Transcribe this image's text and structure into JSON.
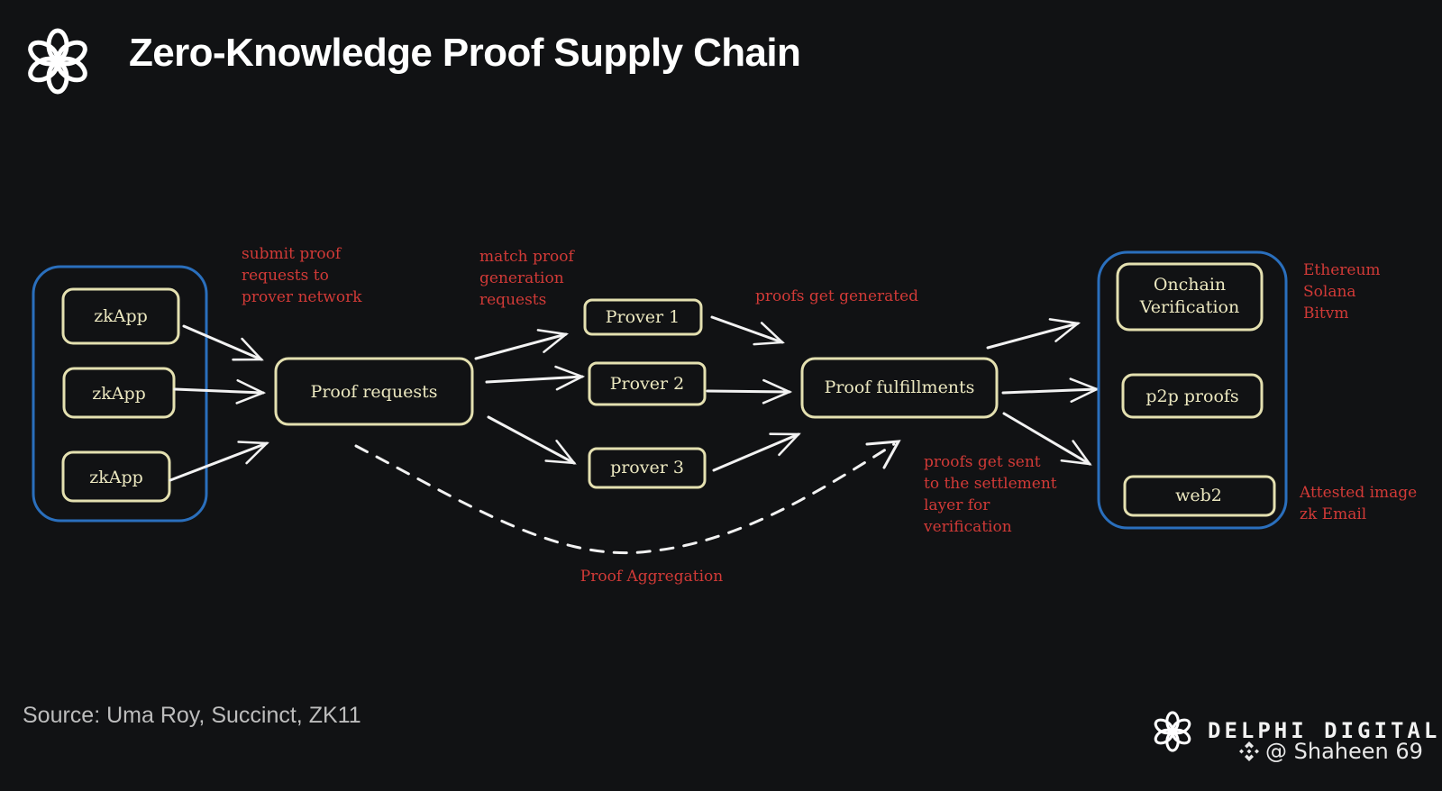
{
  "header": {
    "title": "Zero-Knowledge Proof Supply Chain",
    "logo_icon": "delphi-knot-logo-icon"
  },
  "diagram": {
    "sources": {
      "group_color": "#2a6fbd",
      "items": [
        {
          "label": "zkApp"
        },
        {
          "label": "zkApp"
        },
        {
          "label": "zkApp"
        }
      ]
    },
    "proof_requests": {
      "label": "Proof requests"
    },
    "provers": [
      {
        "label": "Prover 1"
      },
      {
        "label": "Prover 2"
      },
      {
        "label": "prover 3"
      }
    ],
    "proof_fulfillments": {
      "label": "Proof fulfillments"
    },
    "destinations": {
      "group_color": "#2a6fbd",
      "items": [
        {
          "label_line1": "Onchain",
          "label_line2": "Verification"
        },
        {
          "label": "p2p proofs"
        },
        {
          "label": "web2"
        }
      ]
    },
    "annotations": {
      "submit": [
        "submit proof",
        "requests to",
        "prover network"
      ],
      "match": [
        "match proof",
        "generation",
        "requests"
      ],
      "generated": "proofs get generated",
      "settlement": [
        "proofs get sent",
        "to the settlement",
        "layer   for",
        "verification"
      ],
      "aggregation": "Proof Aggregation",
      "onchain_examples": [
        "Ethereum",
        "Solana",
        "Bitvm"
      ],
      "web2_examples": [
        "Attested image",
        "zk Email"
      ]
    },
    "colors": {
      "node_stroke": "#e4e0b0",
      "annotation": "#d13a37",
      "arrow": "#f2f2f2",
      "background": "#111214"
    }
  },
  "footer": {
    "source": "Source: Uma Roy, Succinct, ZK11",
    "brand": "DELPHI DIGITAL",
    "watermark": "@ Shaheen 69",
    "watermark_icon": "binance-icon"
  }
}
